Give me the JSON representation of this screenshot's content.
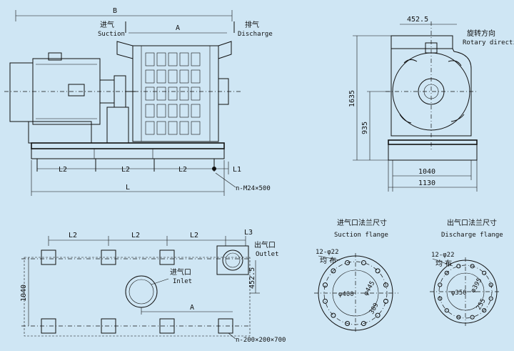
{
  "front_view": {
    "dim_B": "B",
    "dim_A": "A",
    "suction_cn": "进气",
    "suction_en": "Suction",
    "discharge_cn": "排气",
    "discharge_en": "Discharge",
    "dim_L2_1": "L2",
    "dim_L2_2": "L2",
    "dim_L2_3": "L2",
    "dim_L1": "L1",
    "dim_L": "L",
    "bolt_note": "n-M24×500"
  },
  "side_view": {
    "dim_top": "452.5",
    "rotation_cn": "旋转方向",
    "rotation_en": "Rotary direction",
    "dim_height_total": "1635",
    "dim_height_center": "935",
    "dim_width_inner": "1040",
    "dim_width_outer": "1130"
  },
  "plan_view": {
    "dim_L2_1": "L2",
    "dim_L2_2": "L2",
    "dim_L2_3": "L2",
    "dim_L3": "L3",
    "outlet_cn": "出气口",
    "outlet_en": "Outlet",
    "inlet_cn": "进气口",
    "inlet_en": "Inlet",
    "dim_A": "A",
    "dim_1040": "1040",
    "dim_452": "452.5",
    "pad_note": "n-200×200×700"
  },
  "suction_flange": {
    "title_cn": "进气口法兰尺寸",
    "title_en": "Suction flange",
    "holes": "12-φ22",
    "holes_cn": "均 布",
    "d_outer": "φ445",
    "d_inner": "φ400",
    "d_bore": "309"
  },
  "discharge_flange": {
    "title_cn": "出气口法兰尺寸",
    "title_en": "Discharge flange",
    "holes": "12-φ22",
    "holes_cn": "均 布",
    "d_outer": "φ395",
    "d_inner": "φ350",
    "d_bore": "255"
  }
}
